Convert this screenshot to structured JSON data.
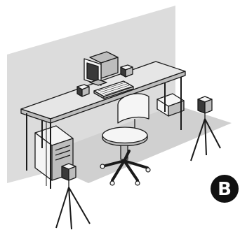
{
  "diagram": {
    "badge_label": "B",
    "colors": {
      "background": "#ffffff",
      "wall": "#dcdcdc",
      "floor": "#d0d0d0",
      "desk_top": "#e6e6e6",
      "outline": "#1a1a1a",
      "light_fill": "#f5f5f5",
      "mid_fill": "#bdbdbd",
      "dark_fill": "#3a3a3a",
      "badge_fill": "#111111",
      "badge_text": "#ffffff"
    },
    "objects": [
      {
        "icon": "wall-backdrop-icon"
      },
      {
        "icon": "floor-area-icon"
      },
      {
        "icon": "desk-icon"
      },
      {
        "icon": "crt-monitor-icon"
      },
      {
        "icon": "keyboard-icon"
      },
      {
        "icon": "desktop-speaker-icon",
        "count": 2
      },
      {
        "icon": "box-icon"
      },
      {
        "icon": "pc-tower-icon"
      },
      {
        "icon": "office-chair-icon"
      },
      {
        "icon": "tripod-speaker-icon",
        "count": 2
      }
    ]
  }
}
